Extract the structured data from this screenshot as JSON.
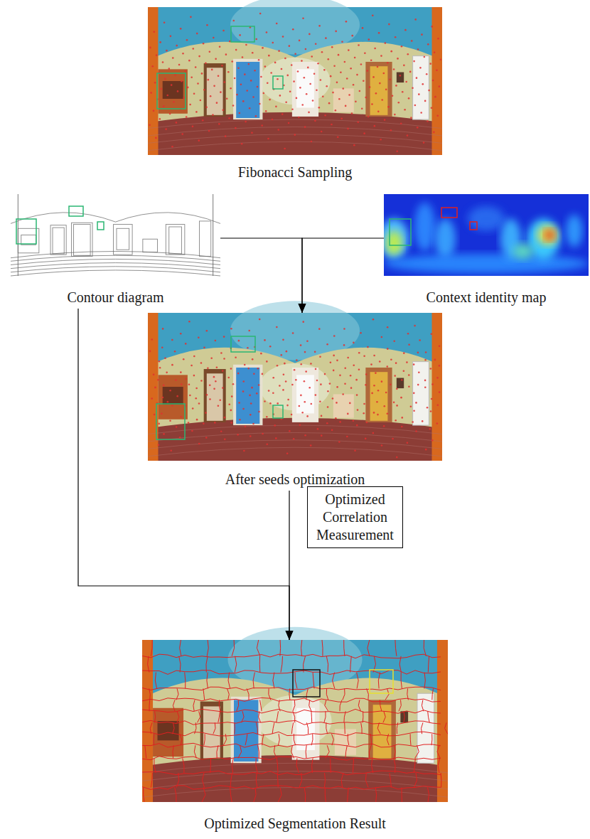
{
  "diagram": {
    "nodes": [
      {
        "text": [
          "Fibonacci Sampling"
        ]
      },
      {
        "text": [
          "Contour diagram"
        ]
      },
      {
        "text": [
          "Context identity map"
        ]
      },
      {
        "text": [
          "After seeds optimization"
        ]
      },
      {
        "text": [
          "Optimized Correlation Measurement"
        ]
      },
      {
        "text": [
          "Optimized Segmentation Result"
        ]
      }
    ],
    "edges": [
      {
        "from": 1,
        "to": 3,
        "arrow": "to"
      },
      {
        "from": 2,
        "to": 3,
        "arrow": "to"
      },
      {
        "from": 3,
        "to": 5,
        "arrow": "to"
      },
      {
        "from": 1,
        "to": 5,
        "arrow": "to"
      }
    ]
  }
}
